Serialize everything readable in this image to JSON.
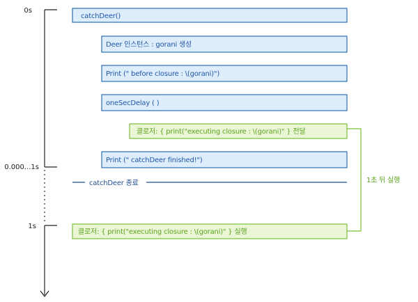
{
  "timeline": {
    "ticks": [
      "0s",
      "0.000...1s",
      "1s"
    ]
  },
  "steps": {
    "catch_deer": "catchDeer()",
    "deer_instance": "Deer 인스턴스 : gorani 생성",
    "print_before": "Print (\" before closure : \\(gorani)\")",
    "one_sec_delay": "oneSecDelay ( )",
    "closure_pass": "클로저: { print(\"executing closure : \\(gorani)\" } 전달",
    "print_finished": "Print (\" catchDeer finished!\")",
    "catch_deer_end": "catchDeer 종료",
    "closure_run": "클로저: { print(\"executing closure : \\(gorani)\" } 실행"
  },
  "annotation": {
    "delay_label": "1초 뒤 실행"
  },
  "colors": {
    "blue_border": "#2b6fb2",
    "blue_fill": "#deedfb",
    "green_border": "#7abf3a",
    "green_fill": "#ebf6d6",
    "line": "#222222"
  }
}
